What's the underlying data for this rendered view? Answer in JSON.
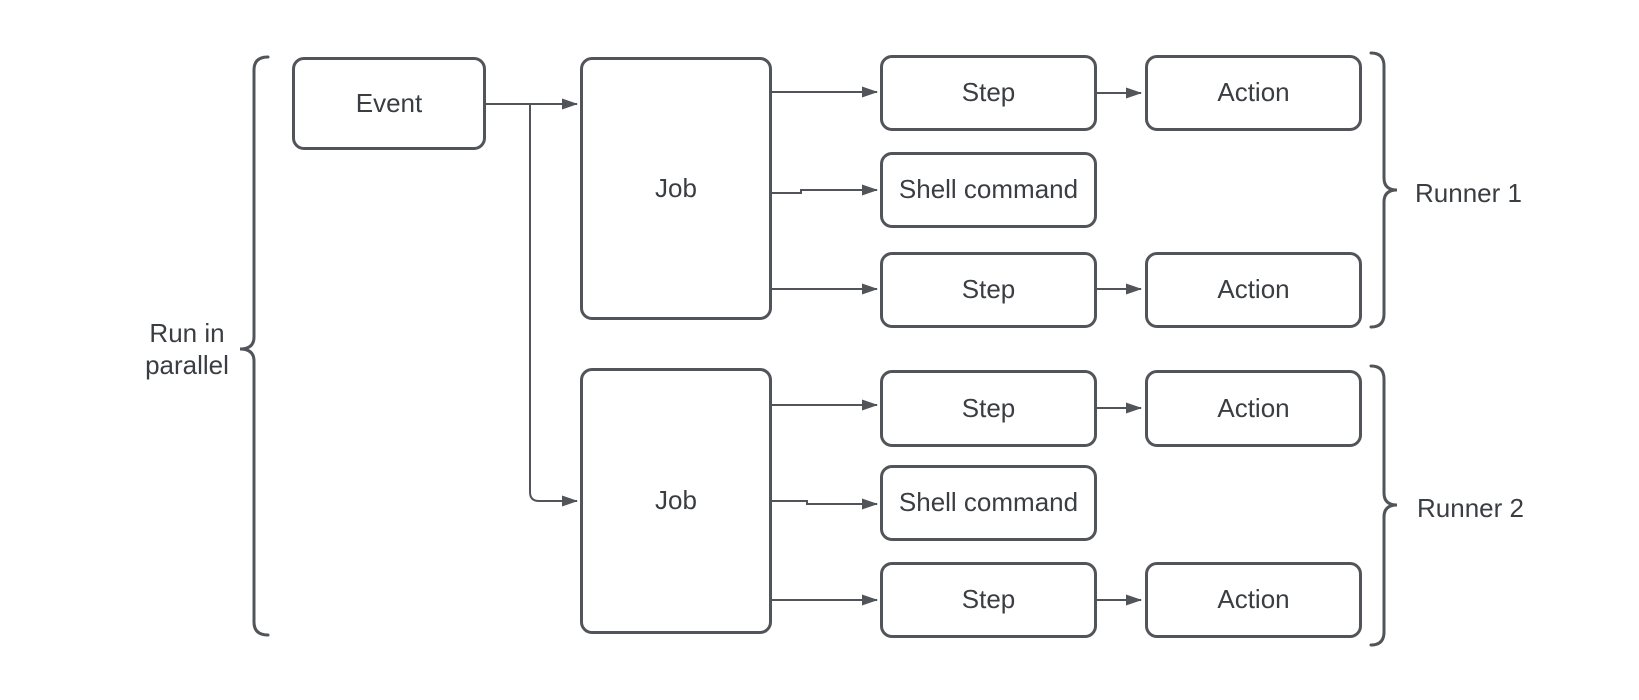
{
  "colors": {
    "stroke": "#515459",
    "text": "#3a3e42",
    "background": "#ffffff"
  },
  "nodes": {
    "event": {
      "label": "Event"
    },
    "job_1": {
      "label": "Job"
    },
    "job_2": {
      "label": "Job"
    },
    "step_1a": {
      "label": "Step"
    },
    "shell_1": {
      "label": "Shell command"
    },
    "step_1b": {
      "label": "Step"
    },
    "action_1a": {
      "label": "Action"
    },
    "action_1b": {
      "label": "Action"
    },
    "step_2a": {
      "label": "Step"
    },
    "shell_2": {
      "label": "Shell command"
    },
    "step_2b": {
      "label": "Step"
    },
    "action_2a": {
      "label": "Action"
    },
    "action_2b": {
      "label": "Action"
    }
  },
  "annotations": {
    "parallel": "Run in\nparallel",
    "runner_1": "Runner 1",
    "runner_2": "Runner 2"
  }
}
